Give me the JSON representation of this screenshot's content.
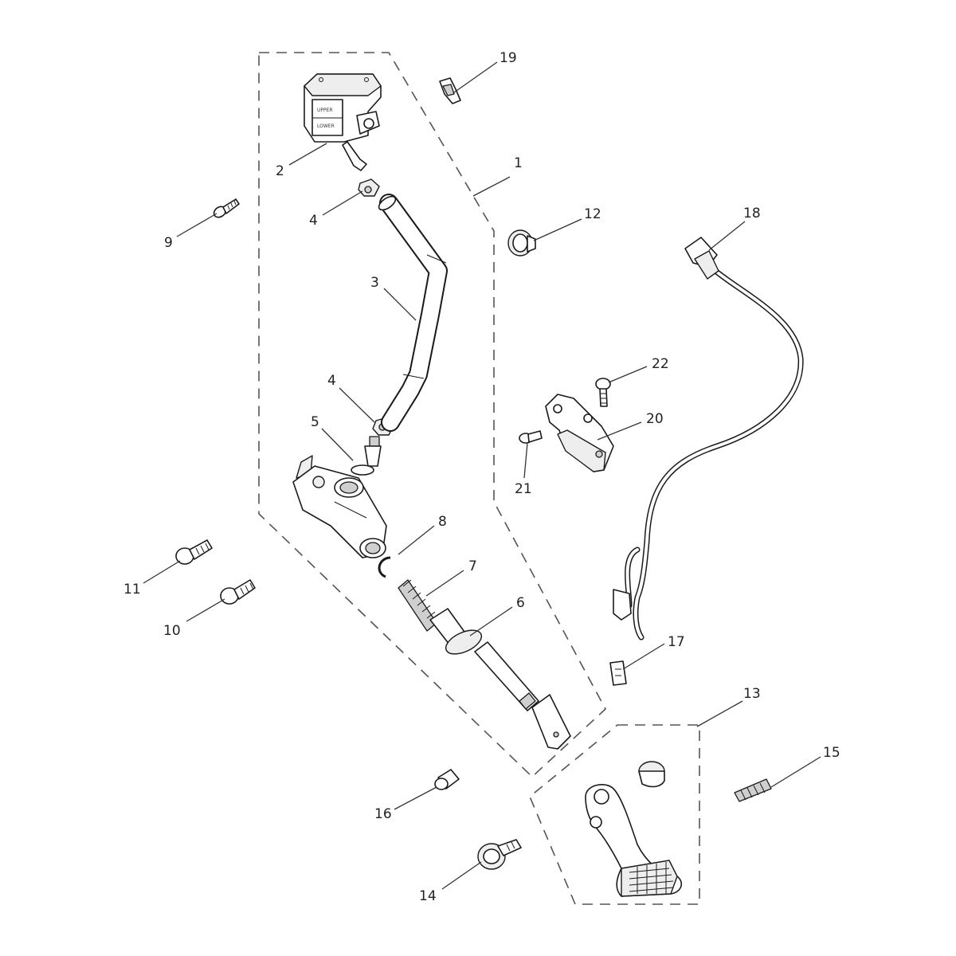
{
  "diagram": {
    "callouts": [
      {
        "id": "c1",
        "text": "1"
      },
      {
        "id": "c2",
        "text": "2"
      },
      {
        "id": "c3",
        "text": "3"
      },
      {
        "id": "c4a",
        "text": "4"
      },
      {
        "id": "c4b",
        "text": "4"
      },
      {
        "id": "c5",
        "text": "5"
      },
      {
        "id": "c6",
        "text": "6"
      },
      {
        "id": "c7",
        "text": "7"
      },
      {
        "id": "c8",
        "text": "8"
      },
      {
        "id": "c9",
        "text": "9"
      },
      {
        "id": "c10",
        "text": "10"
      },
      {
        "id": "c11",
        "text": "11"
      },
      {
        "id": "c12",
        "text": "12"
      },
      {
        "id": "c13",
        "text": "13"
      },
      {
        "id": "c14",
        "text": "14"
      },
      {
        "id": "c15",
        "text": "15"
      },
      {
        "id": "c16",
        "text": "16"
      },
      {
        "id": "c17",
        "text": "17"
      },
      {
        "id": "c18",
        "text": "18"
      },
      {
        "id": "c19",
        "text": "19"
      },
      {
        "id": "c20",
        "text": "20"
      },
      {
        "id": "c21",
        "text": "21"
      },
      {
        "id": "c22",
        "text": "22"
      }
    ],
    "reservoir_text": {
      "upper": "UPPER",
      "lower": "LOWER"
    }
  }
}
